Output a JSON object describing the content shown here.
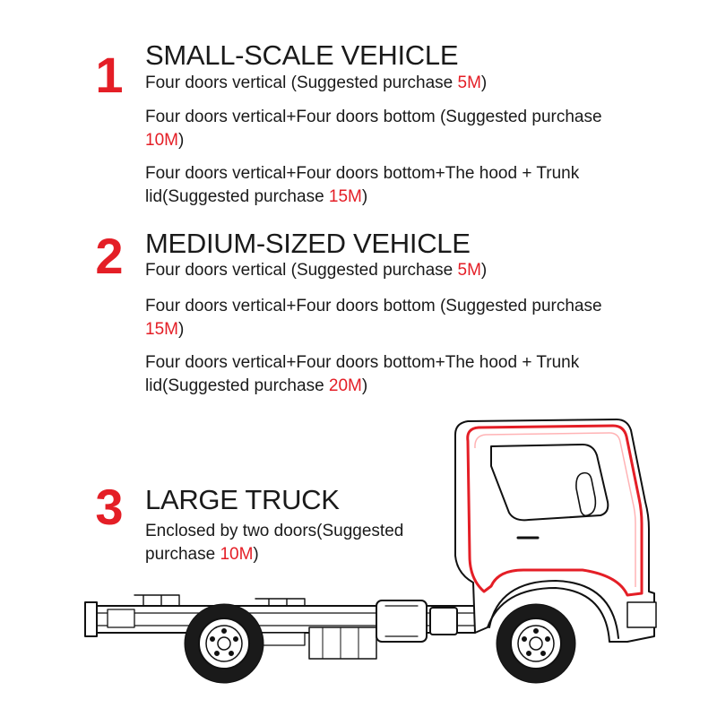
{
  "accent_color": "#e41e26",
  "sections": [
    {
      "number": "1",
      "title": "SMALL-SCALE VEHICLE",
      "options": [
        {
          "text": "Four doors vertical (Suggested purchase ",
          "amount": "5M",
          "suffix": ")"
        },
        {
          "text": "Four doors vertical+Four doors bottom (Suggested purchase ",
          "amount": "10M",
          "suffix": ")"
        },
        {
          "text": "Four doors vertical+Four doors bottom+The hood + Trunk lid(Suggested purchase ",
          "amount": "15M",
          "suffix": ")"
        }
      ]
    },
    {
      "number": "2",
      "title": "MEDIUM-SIZED VEHICLE",
      "options": [
        {
          "text": "Four doors vertical (Suggested purchase ",
          "amount": "5M",
          "suffix": ")"
        },
        {
          "text": "Four doors vertical+Four doors bottom (Suggested purchase ",
          "amount": "15M",
          "suffix": ")"
        },
        {
          "text": "Four doors vertical+Four doors bottom+The hood + Trunk lid(Suggested purchase ",
          "amount": "20M",
          "suffix": ")"
        }
      ]
    },
    {
      "number": "3",
      "title": "LARGE TRUCK",
      "options": [
        {
          "text": "Enclosed by two doors(Suggested purchase ",
          "amount": "10M",
          "suffix": ")"
        }
      ]
    }
  ],
  "illustration": {
    "icon": "truck-chassis-icon",
    "seal_color": "#e41e26"
  }
}
